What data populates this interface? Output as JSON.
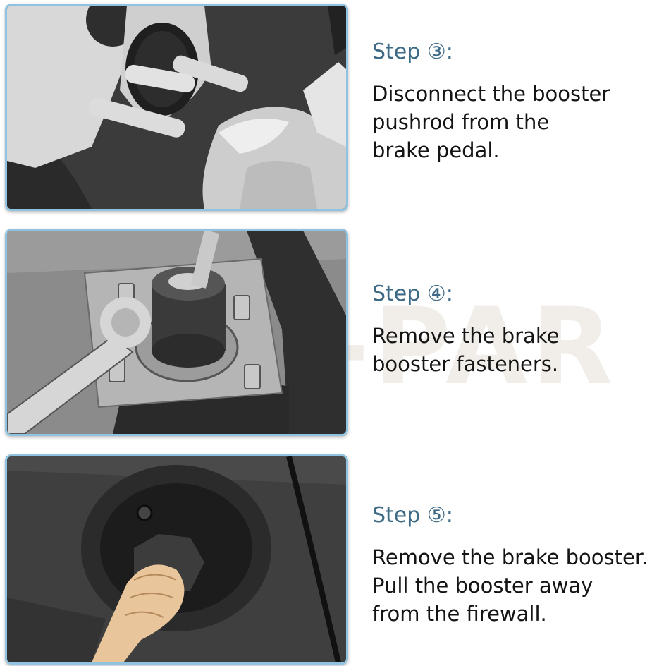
{
  "watermark": "N-PAR",
  "steps": [
    {
      "title": "Step ③:",
      "text": "Disconnect the booster\npushrod from the\nbrake pedal.",
      "illustration": "disconnect-pushrod-illustration"
    },
    {
      "title": "Step ④:",
      "text": "Remove the brake\nbooster fasteners.",
      "illustration": "remove-fasteners-illustration"
    },
    {
      "title": "Step ⑤:",
      "text": "Remove the brake booster.\nPull the booster away\nfrom the firewall.",
      "illustration": "remove-booster-illustration"
    }
  ],
  "colors": {
    "panel_border": "#8fc3df",
    "step_title": "#3e6a86",
    "body_text": "#141414"
  }
}
